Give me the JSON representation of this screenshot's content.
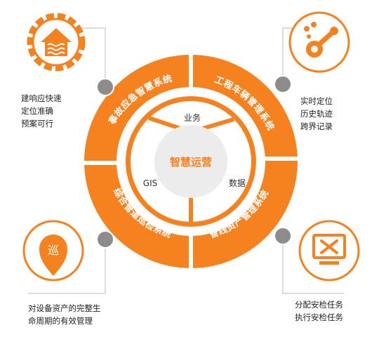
{
  "center": {
    "label": "智慧运营"
  },
  "inner_labels": {
    "top": "业务",
    "left": "GIS",
    "right": "数据"
  },
  "ring_segments": {
    "top_left": "事故应急智慧系统",
    "top_right": "工程车辆管理系统",
    "bottom_left": "综合管道巡检系统",
    "bottom_right": "管线资产管理系统"
  },
  "notes": {
    "top_left": [
      "建响应快速",
      "定位准确",
      "预案可行"
    ],
    "top_right": [
      "实时定位",
      "历史轨迹",
      "跨界记录"
    ],
    "bottom_left": [
      "对设备资产的完整生",
      "命周期的有效管理"
    ],
    "bottom_right": [
      "分配安检任务",
      "执行安检任务"
    ]
  },
  "icons": {
    "top_left": "house-gear-icon",
    "top_right": "vehicle-key-icon",
    "bottom_left": "patrol-pin-icon",
    "bottom_right": "monitor-tools-icon"
  },
  "colors": {
    "accent": "#f5821f",
    "connector": "#8c8c8c",
    "center_fill": "#ececec",
    "line": "#c8c8c8"
  }
}
